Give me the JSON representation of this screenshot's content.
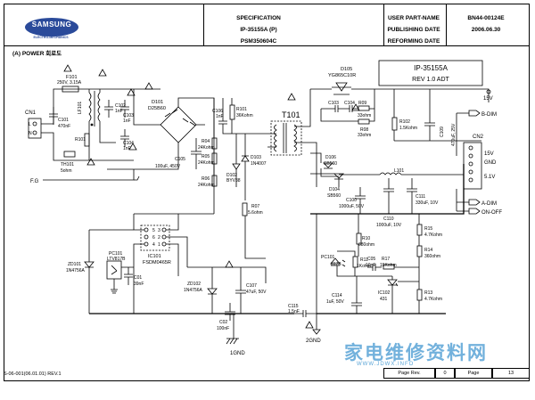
{
  "header": {
    "logo_text": "SAMSUNG",
    "logo_sub": "ELECTRO-MECHANICS",
    "spec_title": "SPECIFICATION",
    "model": "IP-35155A (P)",
    "psm": "PSM350604C",
    "user_part_label": "USER PART-NAME",
    "publishing_label": "PUBLISHING DATE",
    "reforming_label": "REFORMING DATE",
    "part_number": "BN44-00124E",
    "publish_date": "2006.06.30"
  },
  "section_title": "(A) POWER 회로도",
  "title_box": {
    "line1": "IP-35155A",
    "line2": "REV 1.0 ADT"
  },
  "labels": {
    "cn1": "CN1",
    "cn1_pin_l": "L",
    "cn1_pin_n": "N",
    "f101": "F101",
    "f101_rating": "250V, 3.15A",
    "c101": "C101",
    "c101_val": "470nF",
    "th101": "TH101",
    "th101_val": "5ohm",
    "lf101": "LF101",
    "r101": "R101",
    "c102": "C102",
    "c102_val": "1nF",
    "c103": "C103",
    "c103_val": "1nF",
    "c104": "C104",
    "c104_val": "1nF",
    "d101": "D101",
    "d101_val": "D25B60",
    "c105": "C105",
    "c105_val": "100uF, 450V",
    "c106": "C106",
    "c106_val": "1nF",
    "r101b": "R101",
    "r101b_val": "36Kohm",
    "r04": "R04",
    "r04_val": "24Kohm",
    "r05": "R05",
    "r05_val": "24Kohm",
    "r06": "R06",
    "r06_val": "24Kohm",
    "d102": "D102",
    "d102_val": "BYV38",
    "d103": "D103",
    "d103_val": "1N4007",
    "r07": "R07",
    "r07_val": "5.6ohm",
    "t101": "T101",
    "fg": "F.G",
    "d105": "D105",
    "d105_val": "YG865C10R",
    "c103b": "C103",
    "c104b": "C104",
    "r09": "R09",
    "r09_val": "33ohm",
    "r08": "R08",
    "r08_val": "33ohm",
    "r102": "R102",
    "r102_val": "1.5Kohm",
    "c109": "C109",
    "c109_val": "470uF, 25V",
    "v15": "15V",
    "d106": "D106",
    "d106_val": "SB560",
    "d104": "D104",
    "d104_val": "SB560",
    "c100": "C100",
    "c100_val": "1000uF, 50V",
    "l101": "L101",
    "c111": "C111",
    "c111_val": "330uF, 10V",
    "c110": "C110",
    "c110_val": "1000uF, 10V",
    "b_dim": "B-DIM",
    "cn2": "CN2",
    "cn2_15v": "15V",
    "cn2_gnd": "GND",
    "cn2_51v": "5.1V",
    "a_dim": "A-DIM",
    "on_off": "ON-OFF",
    "ic101": "IC101",
    "ic101_val": "FSDM0465R",
    "zd101": "ZD101",
    "zd101_val": "1N4756A",
    "pc101": "PC101",
    "pc101_val": "LTV817B",
    "c01": "C01",
    "c01_val": "39nF",
    "zd102": "ZD102",
    "zd102_val": "1N4756A",
    "c107": "C107",
    "c107_val": "47uF, 50V",
    "c02": "C02",
    "c02_val": "100nF",
    "gnd1": "1GND",
    "c115": "C115",
    "c115_val": "1.5nF",
    "gnd2": "2GND",
    "r10": "R10",
    "r10_val": "680ohm",
    "r11": "R11",
    "r11_val": "1Kohm",
    "pc101b": "PC101",
    "pc101b_val": "817B",
    "c05": "C05",
    "c05_val": "10nF",
    "r17": "R17",
    "r17_val": "15Kohm",
    "r15": "R15",
    "r15_val": "4.7Kohm",
    "r14": "R14",
    "r14_val": "360ohm",
    "c114": "C114",
    "c114_val": "1uF, 50V",
    "ic102": "IC102",
    "ic102_val": "431",
    "r13": "R13",
    "r13_val": "4.7Kohm",
    "pin5": "5",
    "pin6": "6",
    "pin4": "4",
    "pin3": "3",
    "pin2": "2",
    "pin1": "1"
  },
  "watermark": {
    "text": "家电维修资料网",
    "url": "WWW.JDWX.INFO"
  },
  "footer": {
    "doc_rev": "S-06-001(06.01.01) REV.1",
    "page_rev_label": "Page Rev.",
    "page_rev_value": "0",
    "page_label": "Page",
    "page_value": "13"
  }
}
